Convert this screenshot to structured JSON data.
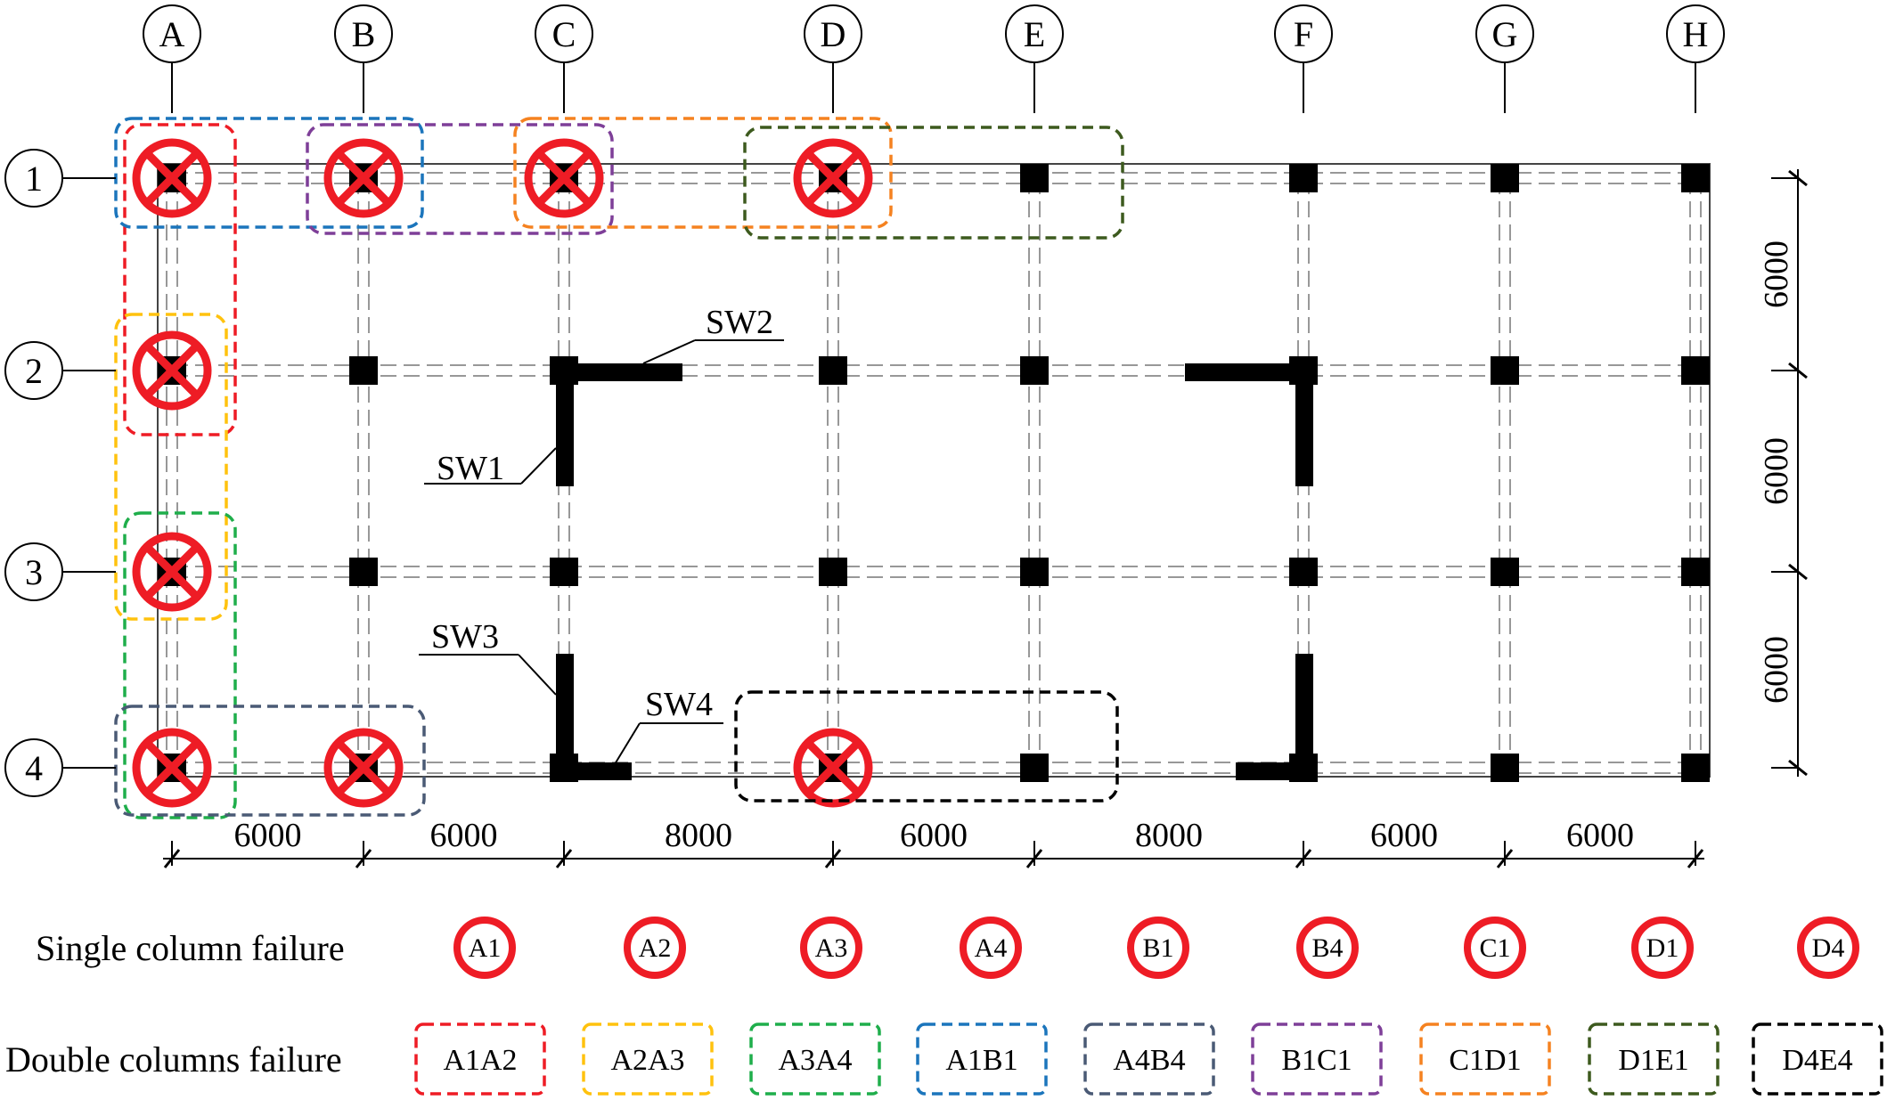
{
  "axes": {
    "columns": [
      "A",
      "B",
      "C",
      "D",
      "E",
      "F",
      "G",
      "H"
    ],
    "rows": [
      "1",
      "2",
      "3",
      "4"
    ]
  },
  "spans": {
    "horizontal": [
      "6000",
      "6000",
      "8000",
      "6000",
      "8000",
      "6000",
      "6000"
    ],
    "vertical": [
      "6000",
      "6000",
      "6000"
    ]
  },
  "shear_walls": [
    "SW1",
    "SW2",
    "SW3",
    "SW4"
  ],
  "failed_columns": [
    "A1",
    "A2",
    "A3",
    "A4",
    "B1",
    "B4",
    "C1",
    "D1",
    "D4"
  ],
  "legend": {
    "single_title": "Single column failure",
    "single_items": [
      "A1",
      "A2",
      "A3",
      "A4",
      "B1",
      "B4",
      "C1",
      "D1",
      "D4"
    ],
    "double_title": "Double columns failure",
    "double_items": [
      {
        "label": "A1A2",
        "color": "#ee1c25"
      },
      {
        "label": "A2A3",
        "color": "#ffc20e"
      },
      {
        "label": "A3A4",
        "color": "#1fae4b"
      },
      {
        "label": "A1B1",
        "color": "#1b75bc"
      },
      {
        "label": "A4B4",
        "color": "#4a5a75"
      },
      {
        "label": "B1C1",
        "color": "#7e3f98"
      },
      {
        "label": "C1D1",
        "color": "#f58220"
      },
      {
        "label": "D1E1",
        "color": "#3d5a1e"
      },
      {
        "label": "D4E4",
        "color": "#000000"
      }
    ]
  },
  "colors": {
    "failure_symbol": "#ee1c25",
    "column": "#000000",
    "grid": "#777777"
  }
}
